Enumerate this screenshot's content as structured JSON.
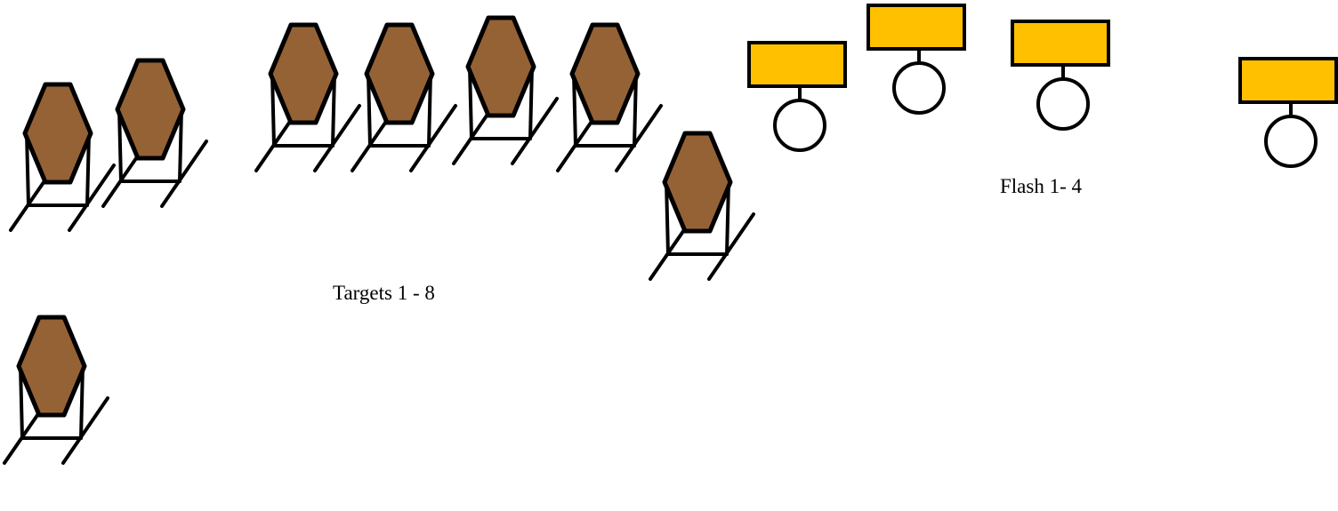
{
  "labels": {
    "targets": "Targets 1 - 8",
    "flash": "Flash 1- 4"
  },
  "colors": {
    "target_fill": "#956236",
    "flash_fill": "#ffc000",
    "stroke": "#000000",
    "background": "#ffffff"
  },
  "groups": [
    {
      "name": "Targets",
      "count": 8,
      "icon": "steel-target-on-stand"
    },
    {
      "name": "Flash",
      "count": 4,
      "icon": "flash-light-bulb"
    }
  ]
}
